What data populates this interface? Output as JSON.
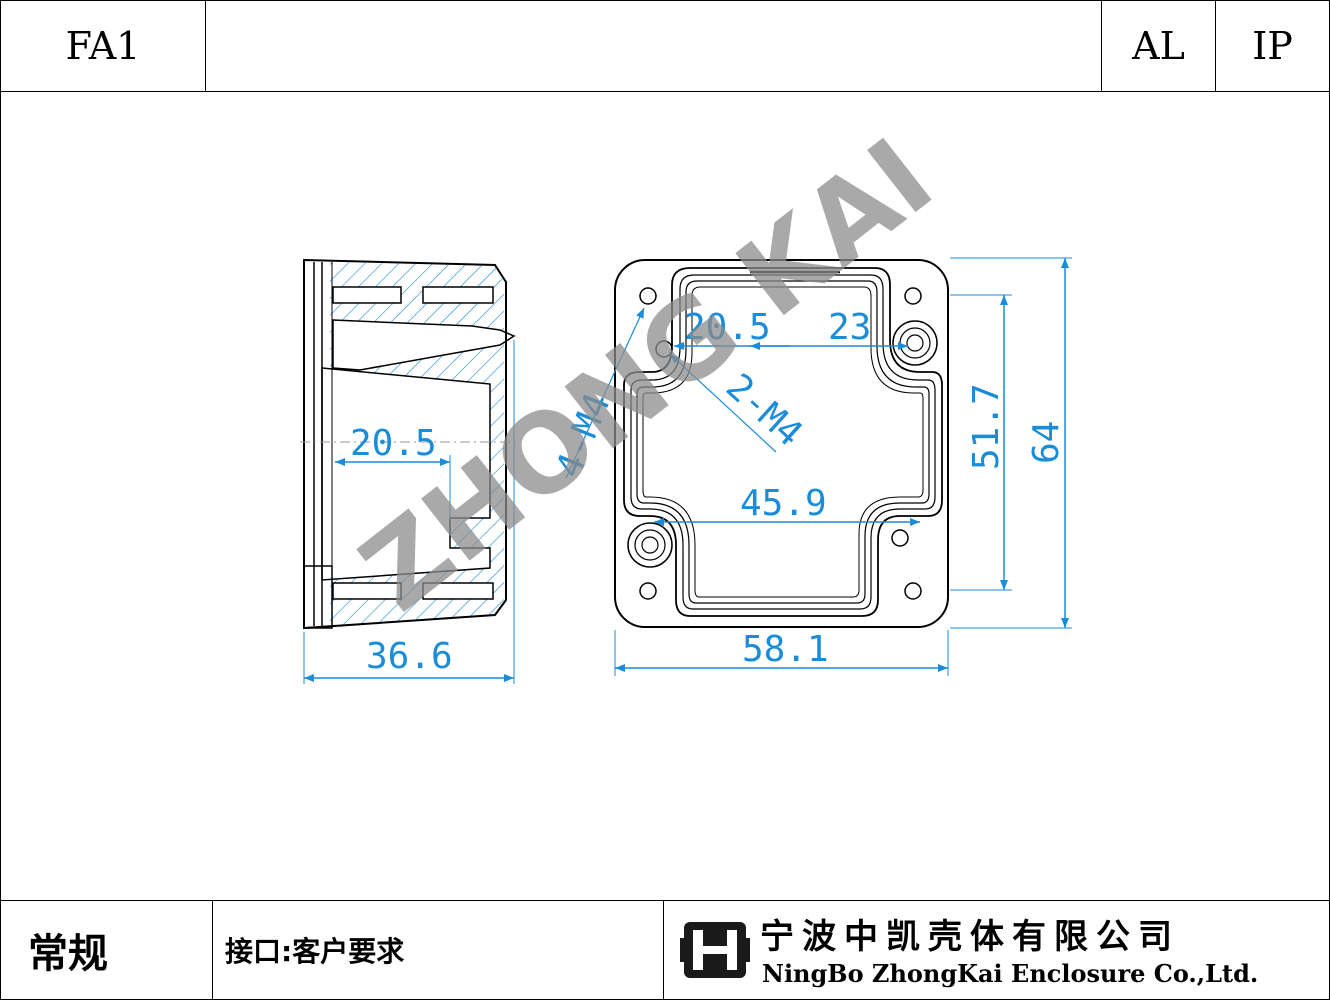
{
  "header": {
    "model": "FA1",
    "material": "AL",
    "protection": "IP"
  },
  "drawing": {
    "watermark": "ZHONG KAI",
    "side_view": {
      "dims": {
        "inner_width": "20.5",
        "height": "36.6"
      }
    },
    "top_view": {
      "dims": {
        "hole_spacing_x": "20.5",
        "hole_spacing_y": "23",
        "inner_width": "45.9",
        "inner_height": "51.7",
        "outer_width": "58.1",
        "outer_height": "64",
        "corner_holes": "4-M4",
        "inner_holes": "2-M4"
      }
    },
    "colors": {
      "dimension": "#1a8cd8",
      "line": "#000000",
      "watermark": "#8c8c8c"
    }
  },
  "footer": {
    "category": "常规",
    "interface_note": "接口:客户要求",
    "company_cn": "宁波中凯壳体有限公司",
    "company_en": "NingBo ZhongKai Enclosure Co.,Ltd."
  }
}
